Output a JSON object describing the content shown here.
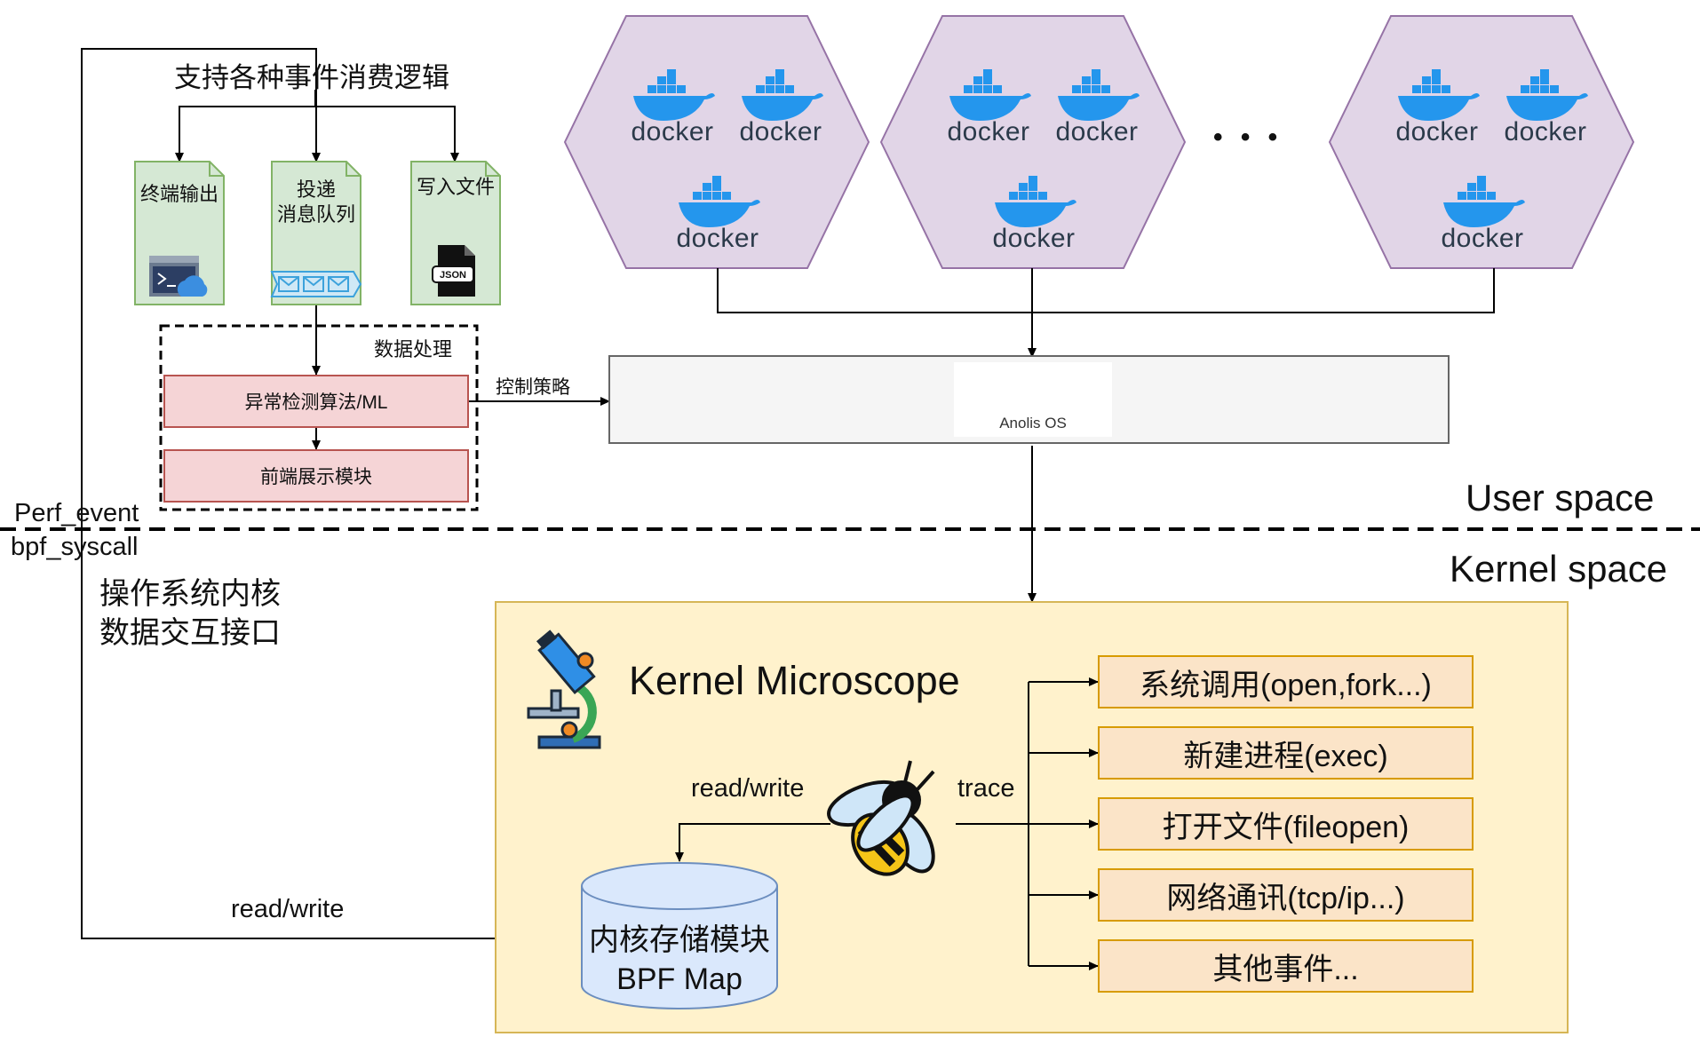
{
  "top_consumer_label": "支持各种事件消费逻辑",
  "outputs": [
    {
      "label": "终端输出",
      "icon": "terminal-cloud-icon"
    },
    {
      "label": "投递\n消息队列",
      "icon": "message-queue-icon"
    },
    {
      "label": "写入文件",
      "icon": "json-file-icon"
    }
  ],
  "data_processing": {
    "title": "数据处理",
    "anomaly": "异常检测算法/ML",
    "frontend": "前端展示模块"
  },
  "control_policy": "控制策略",
  "anolis": {
    "name": "Anolis OS"
  },
  "docker_word": "docker",
  "ellipsis": "• • •",
  "space": {
    "user": "User space",
    "kernel": "Kernel space"
  },
  "perf_event": "Perf_event",
  "bpf_syscall": "bpf_syscall",
  "os_interface": {
    "line1": "操作系统内核",
    "line2": "数据交互接口"
  },
  "kernel_microscope": {
    "title": "Kernel Microscope"
  },
  "read_write_top": "read/write",
  "read_write_bottom": "read/write",
  "trace": "trace",
  "bpf_map": {
    "line1": "内核存储模块",
    "line2": "BPF Map"
  },
  "events": [
    "系统调用(open,fork...)",
    "新建进程(exec)",
    "打开文件(fileopen)",
    "网络通讯(tcp/ip...)",
    "其他事件..."
  ],
  "colors": {
    "hexagon_fill": "#e1d5e7",
    "hexagon_stroke": "#9673a6",
    "doc_fill": "#d5e8d4",
    "doc_stroke": "#82b366",
    "process_fill": "#f8cecc",
    "process_stroke": "#b85450",
    "kernel_fill": "#fff2cc",
    "kernel_stroke": "#d6b656",
    "event_fill": "#ffe6cc",
    "event_stroke": "#d79b00",
    "bpf_map_fill": "#dae8fc",
    "bpf_map_stroke": "#6c8ebf",
    "docker_blue": "#2496ed"
  }
}
